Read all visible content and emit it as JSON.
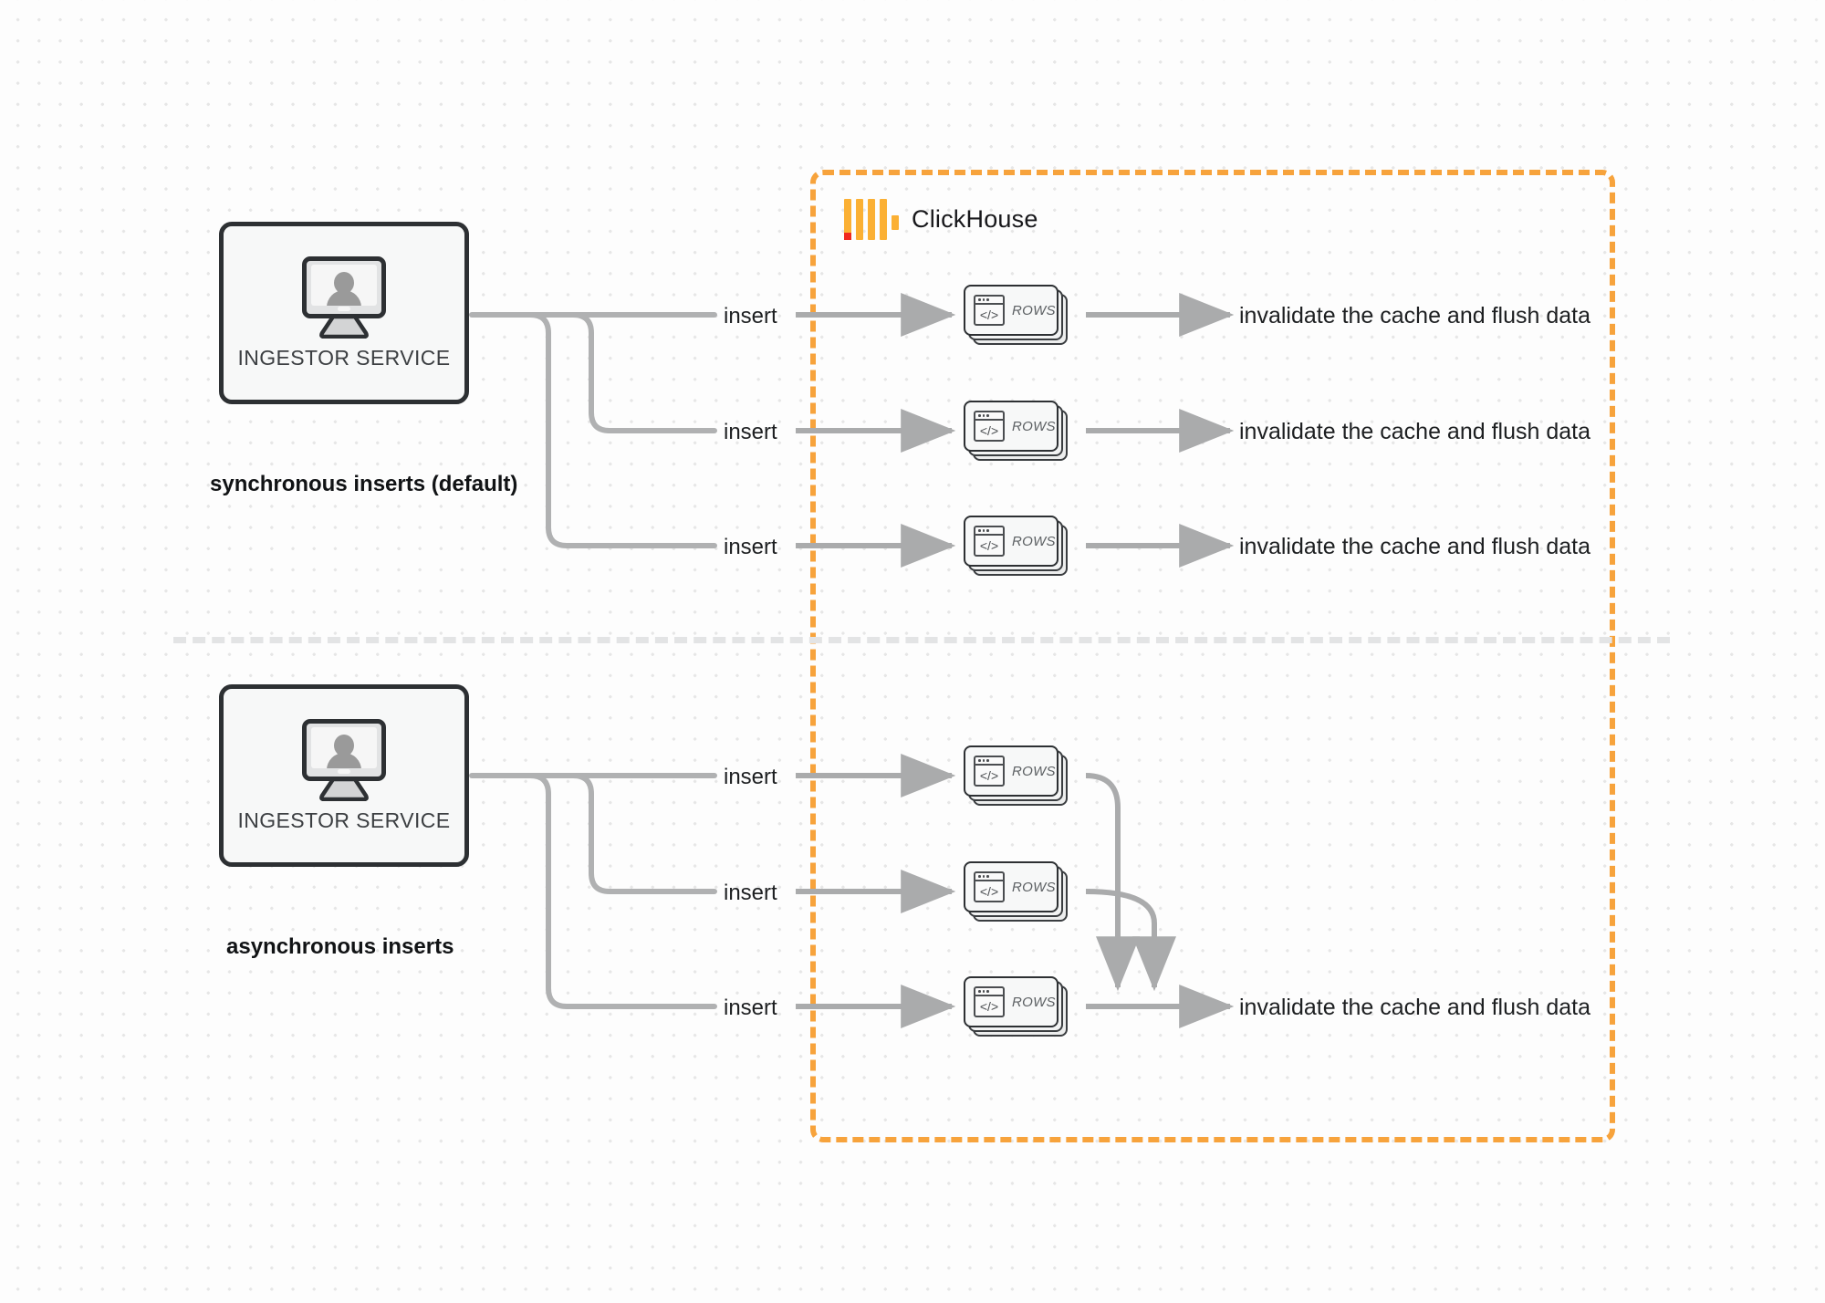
{
  "diagram": {
    "title": "ClickHouse synchronous vs asynchronous inserts",
    "colors": {
      "accent_orange": "#f7a33c",
      "logo_orange": "#fbb034",
      "logo_red": "#f0281e",
      "wire_gray": "#b0b1b2",
      "node_border": "#2d3033",
      "background": "#fdfdfd"
    }
  },
  "clickhouse_region": {
    "name": "ClickHouse",
    "logo_name": "clickhouse-logo-icon"
  },
  "sections": [
    {
      "id": "synchronous",
      "section_label": "synchronous inserts (default)",
      "service": {
        "label": "INGESTOR SERVICE",
        "icon": "monitor-user-icon"
      },
      "edges": [
        {
          "label": "insert"
        },
        {
          "label": "insert"
        },
        {
          "label": "insert"
        }
      ],
      "rows": [
        {
          "label": "ROWS",
          "icon": "code-window-icon"
        },
        {
          "label": "ROWS",
          "icon": "code-window-icon"
        },
        {
          "label": "ROWS",
          "icon": "code-window-icon"
        }
      ],
      "outputs": [
        {
          "label": "invalidate the cache and flush data"
        },
        {
          "label": "invalidate the cache and flush data"
        },
        {
          "label": "invalidate the cache and flush data"
        }
      ]
    },
    {
      "id": "asynchronous",
      "section_label": "asynchronous inserts",
      "service": {
        "label": "INGESTOR SERVICE",
        "icon": "monitor-user-icon"
      },
      "edges": [
        {
          "label": "insert"
        },
        {
          "label": "insert"
        },
        {
          "label": "insert"
        }
      ],
      "rows": [
        {
          "label": "ROWS",
          "icon": "code-window-icon"
        },
        {
          "label": "ROWS",
          "icon": "code-window-icon"
        },
        {
          "label": "ROWS",
          "icon": "code-window-icon"
        }
      ],
      "outputs": [
        {
          "label": "invalidate the cache and flush data"
        }
      ]
    }
  ]
}
